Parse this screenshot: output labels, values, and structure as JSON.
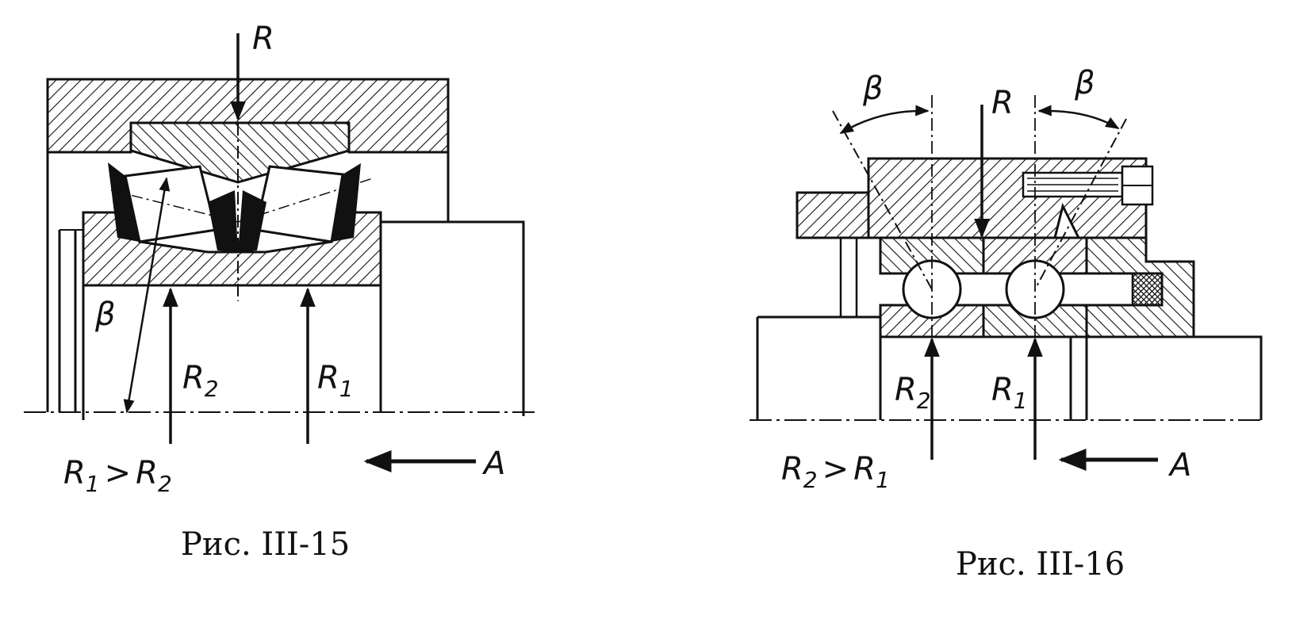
{
  "figures": [
    {
      "id": "fig15",
      "caption": "Рис. III-15",
      "labels": {
        "load": "R",
        "left_reaction": "R",
        "left_reaction_sub": "2",
        "right_reaction": "R",
        "right_reaction_sub": "1",
        "angle": "β",
        "relation": {
          "a": "R",
          "a_sub": "1",
          "op": ">",
          "b": "R",
          "b_sub": "2"
        },
        "axial": "A"
      }
    },
    {
      "id": "fig16",
      "caption": "Рис. III-16",
      "labels": {
        "load": "R",
        "angle_left": "β",
        "angle_right": "β",
        "left_reaction": "R",
        "left_reaction_sub": "2",
        "right_reaction": "R",
        "right_reaction_sub": "1",
        "relation": {
          "a": "R",
          "a_sub": "2",
          "op": ">",
          "b": "R",
          "b_sub": "1"
        },
        "axial": "A"
      }
    }
  ],
  "colors": {
    "ink": "#111111",
    "paper": "#ffffff"
  }
}
